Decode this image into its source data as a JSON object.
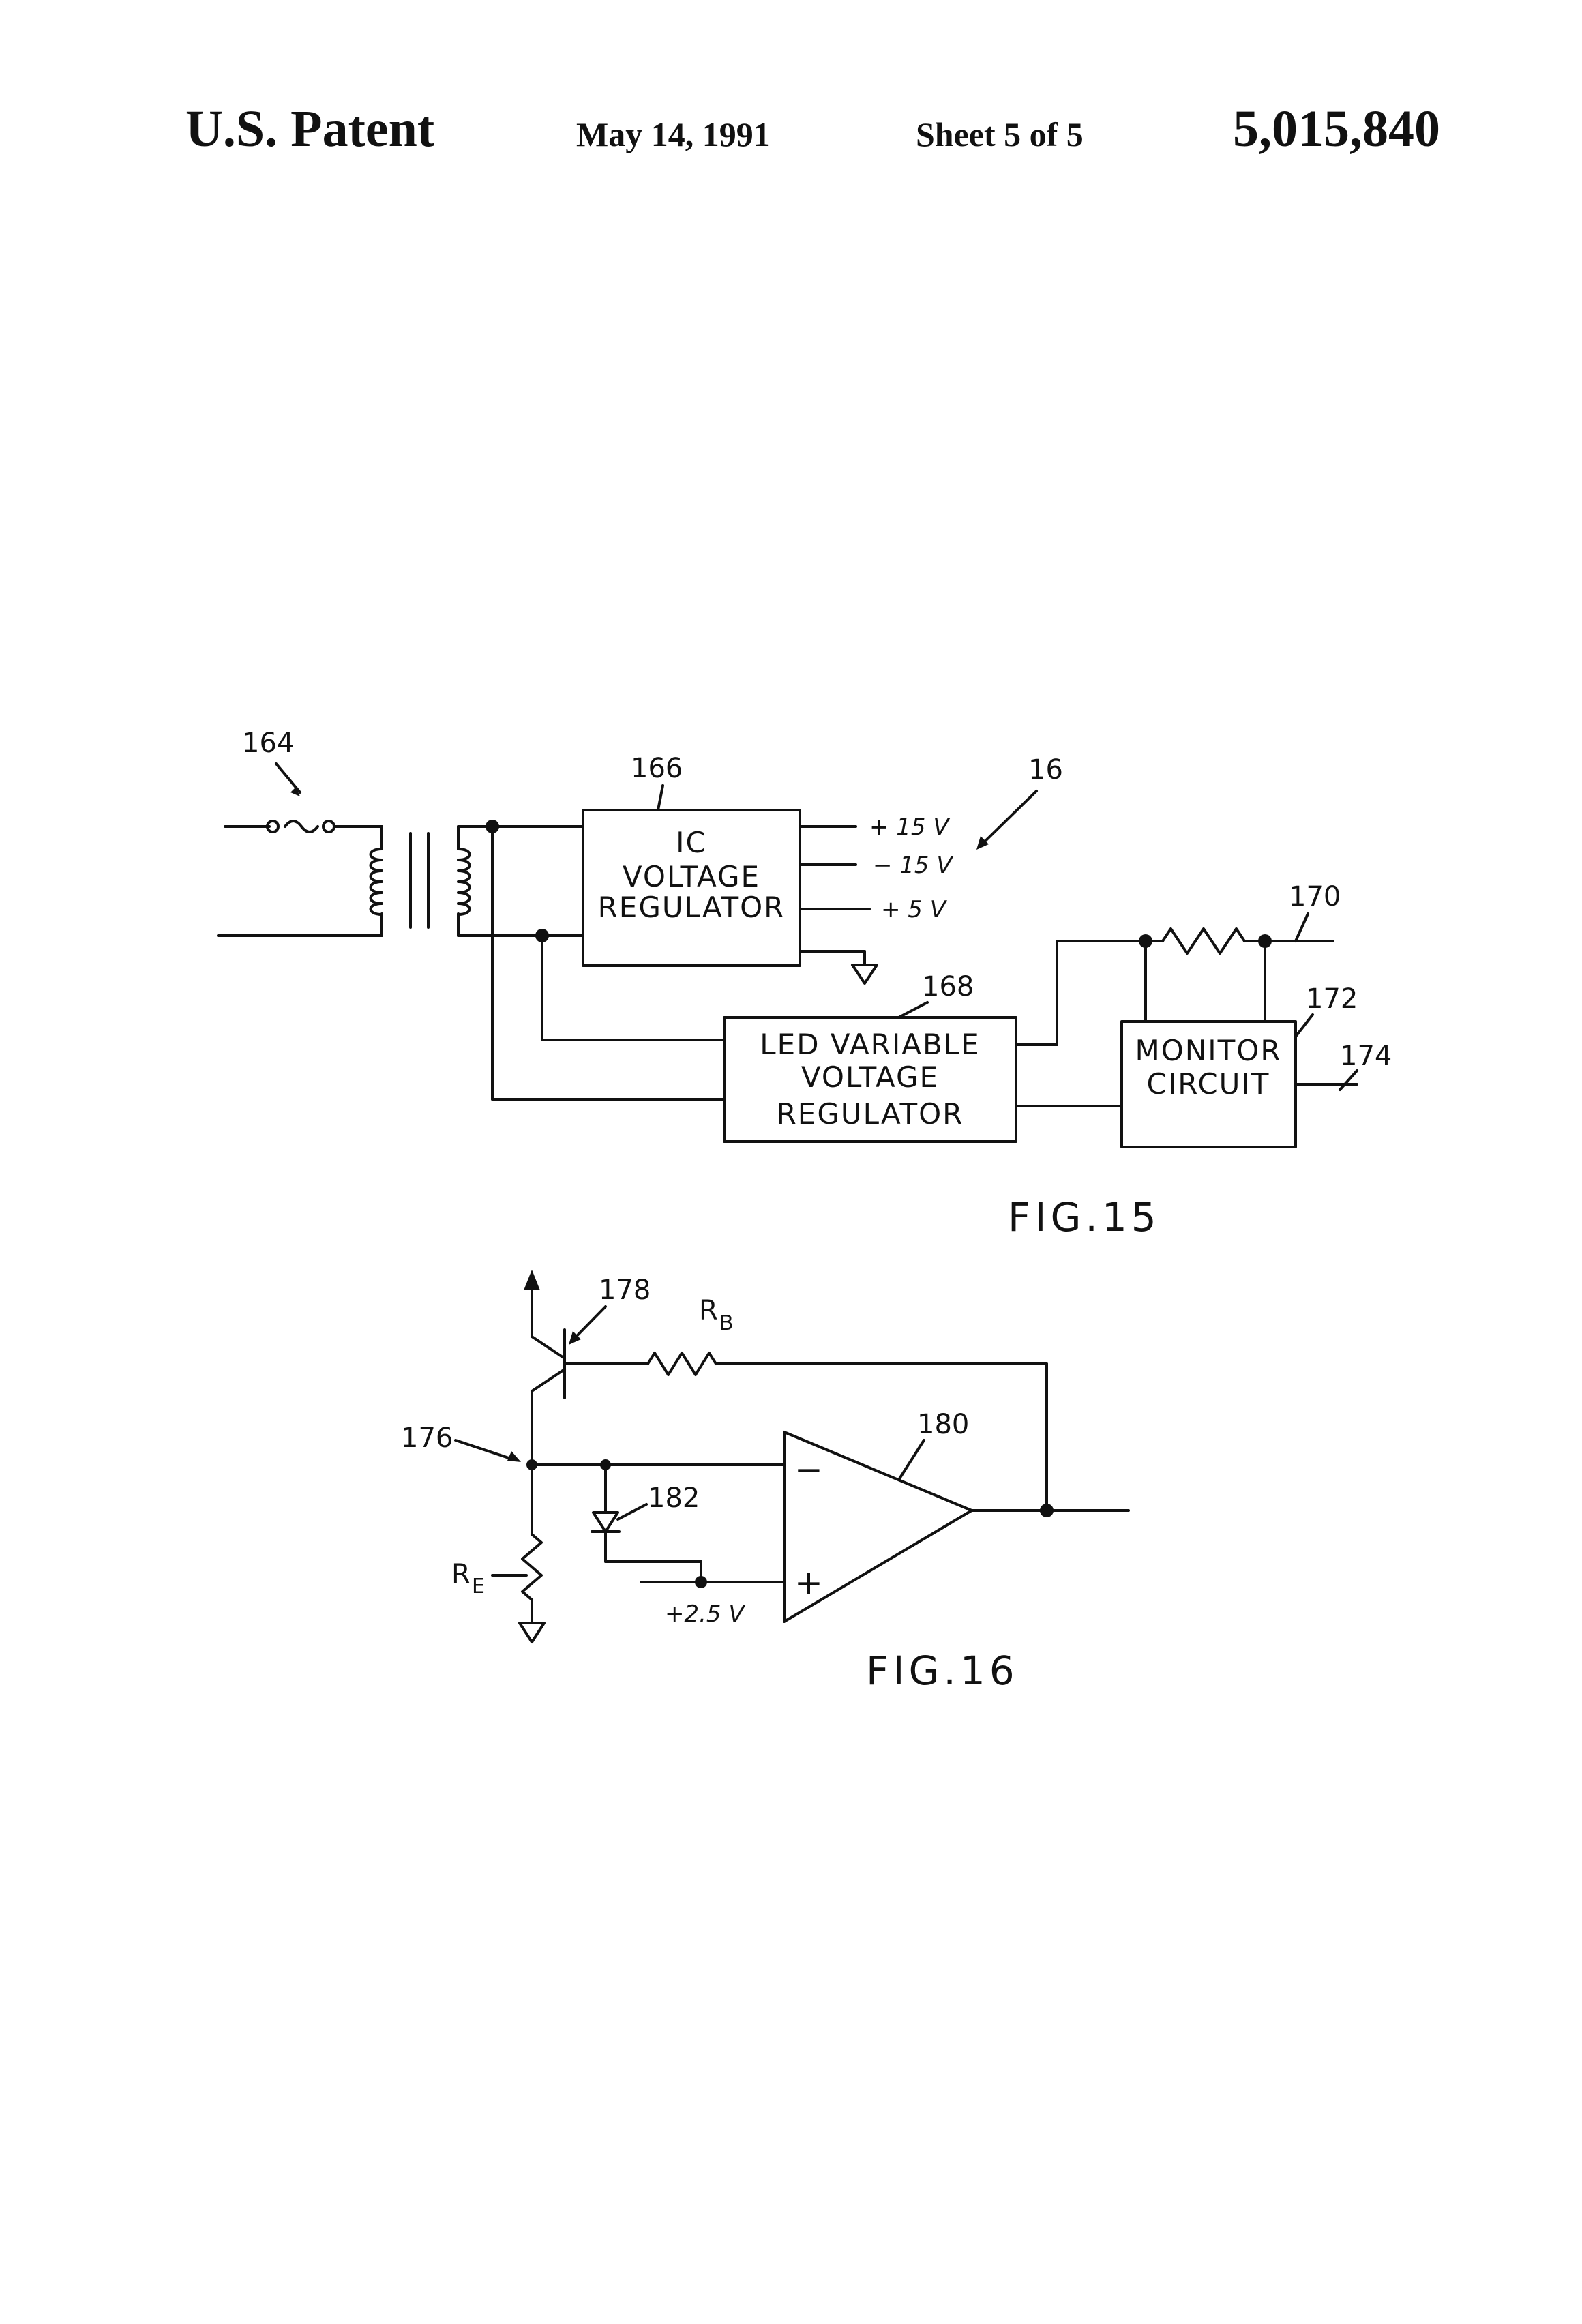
{
  "header": {
    "title": "U.S. Patent",
    "date": "May 14, 1991",
    "sheet": "Sheet 5 of 5",
    "patent_number": "5,015,840"
  },
  "fig15": {
    "caption": "FIG.15",
    "refs": {
      "input": "164",
      "ic_regulator": "166",
      "system": "16",
      "led_regulator": "168",
      "output": "170",
      "monitor": "172",
      "monitor_out": "174"
    },
    "ic_regulator": {
      "line1": "IC",
      "line2": "VOLTAGE",
      "line3": "REGULATOR",
      "outputs": [
        "+ 15 V",
        "− 15 V",
        "+ 5 V"
      ]
    },
    "led_regulator": {
      "line1": "LED  VARIABLE",
      "line2": "VOLTAGE",
      "line3": "REGULATOR"
    },
    "monitor": {
      "line1": "MONITOR",
      "line2": "CIRCUIT"
    }
  },
  "fig16": {
    "caption": "FIG.16",
    "refs": {
      "node": "176",
      "transistor": "178",
      "opamp": "180",
      "diode": "182"
    },
    "rb_label": "R",
    "rb_sub": "B",
    "re_label": "R",
    "re_sub": "E",
    "minus": "−",
    "plus": "+",
    "ref_voltage": "+2.5 V"
  }
}
